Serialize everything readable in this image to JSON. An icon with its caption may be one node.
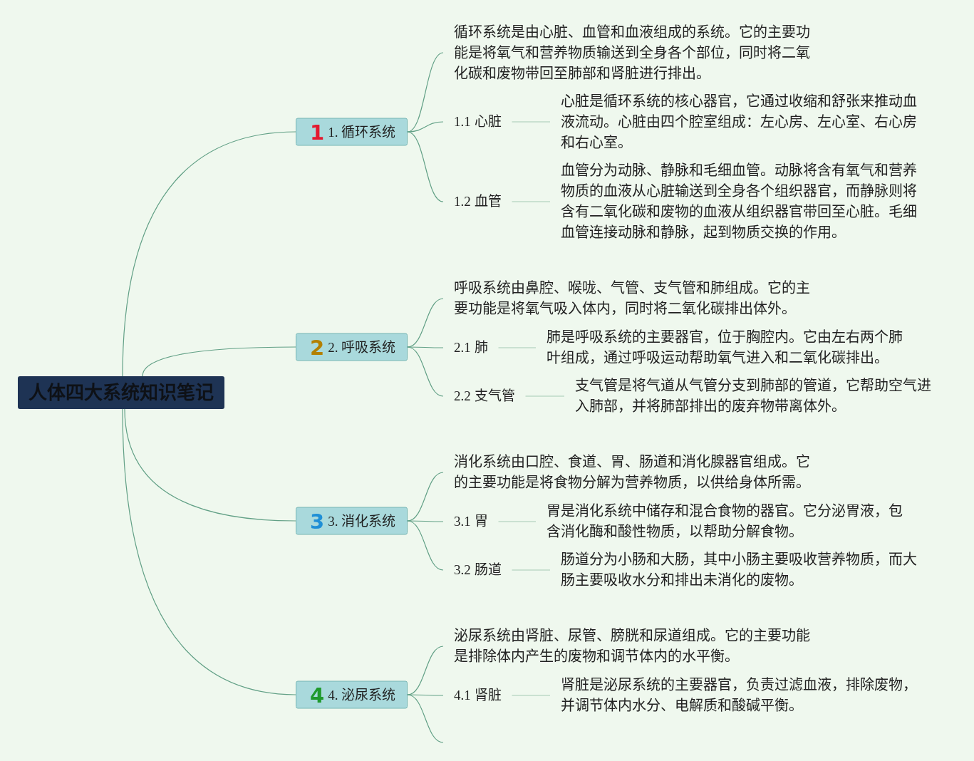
{
  "diagram": {
    "nodes": [
      {
        "text": [
          "人体四大系统知识笔记"
        ]
      },
      {
        "text": [
          "1",
          "1. 循环系统"
        ]
      },
      {
        "text": [
          "循环系统是由心脏、血管和血液组成的系统。它的主要功能是将氧气和营养物质输送到全身各个部位，同时将二氧化碳和废物带回至肺部和肾脏进行排出。"
        ]
      },
      {
        "text": [
          "1.1 心脏"
        ]
      },
      {
        "text": [
          "心脏是循环系统的核心器官，它通过收缩和舒张来推动血液流动。心脏由四个腔室组成：左心房、左心室、右心房和右心室。"
        ]
      },
      {
        "text": [
          "1.2 血管"
        ]
      },
      {
        "text": [
          "血管分为动脉、静脉和毛细血管。动脉将含有氧气和营养物质的血液从心脏输送到全身各个组织器官，而静脉则将含有二氧化碳和废物的血液从组织器官带回至心脏。毛细血管连接动脉和静脉，起到物质交换的作用。"
        ]
      },
      {
        "text": [
          "2",
          "2. 呼吸系统"
        ]
      },
      {
        "text": [
          "呼吸系统由鼻腔、喉咙、气管、支气管和肺组成。它的主要功能是将氧气吸入体内，同时将二氧化碳排出体外。"
        ]
      },
      {
        "text": [
          "2.1 肺"
        ]
      },
      {
        "text": [
          "肺是呼吸系统的主要器官，位于胸腔内。它由左右两个肺叶组成，通过呼吸运动帮助氧气进入和二氧化碳排出。"
        ]
      },
      {
        "text": [
          "2.2 支气管"
        ]
      },
      {
        "text": [
          "支气管是将气道从气管分支到肺部的管道，它帮助空气进入肺部，并将肺部排出的废弃物带离体外。"
        ]
      },
      {
        "text": [
          "3",
          "3. 消化系统"
        ]
      },
      {
        "text": [
          "消化系统由口腔、食道、胃、肠道和消化腺器官组成。它的主要功能是将食物分解为营养物质，以供给身体所需。"
        ]
      },
      {
        "text": [
          "3.1 胃"
        ]
      },
      {
        "text": [
          "胃是消化系统中储存和混合食物的器官。它分泌胃液，包含消化酶和酸性物质，以帮助分解食物。"
        ]
      },
      {
        "text": [
          "3.2 肠道"
        ]
      },
      {
        "text": [
          "肠道分为小肠和大肠，其中小肠主要吸收营养物质，而大肠主要吸收水分和排出未消化的废物。"
        ]
      },
      {
        "text": [
          "4",
          "4. 泌尿系统"
        ]
      },
      {
        "text": [
          "泌尿系统由肾脏、尿管、膀胱和尿道组成。它的主要功能是排除体内产生的废物和调节体内的水平衡。"
        ]
      },
      {
        "text": [
          "4.1 肾脏"
        ]
      },
      {
        "text": [
          "肾脏是泌尿系统的主要器官，负责过滤血液，排除废物，并调节体内水分、电解质和酸碱平衡。"
        ]
      }
    ],
    "edges": [
      {
        "from": 0,
        "to": 1,
        "arrow": "none"
      },
      {
        "from": 0,
        "to": 7,
        "arrow": "none"
      },
      {
        "from": 0,
        "to": 13,
        "arrow": "none"
      },
      {
        "from": 0,
        "to": 19,
        "arrow": "none"
      },
      {
        "from": 1,
        "to": 2,
        "arrow": "none"
      },
      {
        "from": 1,
        "to": 3,
        "arrow": "none"
      },
      {
        "from": 3,
        "to": 4,
        "arrow": "none",
        "color": "#a6c9b4"
      },
      {
        "from": 1,
        "to": 5,
        "arrow": "none"
      },
      {
        "from": 5,
        "to": 6,
        "arrow": "none",
        "color": "#a6c9b4"
      },
      {
        "from": 7,
        "to": 8,
        "arrow": "none"
      },
      {
        "from": 7,
        "to": 9,
        "arrow": "none"
      },
      {
        "from": 9,
        "to": 10,
        "arrow": "none",
        "color": "#a6c9b4"
      },
      {
        "from": 7,
        "to": 11,
        "arrow": "none"
      },
      {
        "from": 11,
        "to": 12,
        "arrow": "none",
        "color": "#a6c9b4"
      },
      {
        "from": 13,
        "to": 14,
        "arrow": "none"
      },
      {
        "from": 13,
        "to": 15,
        "arrow": "none"
      },
      {
        "from": 15,
        "to": 16,
        "arrow": "none",
        "color": "#a6c9b4"
      },
      {
        "from": 13,
        "to": 17,
        "arrow": "none"
      },
      {
        "from": 17,
        "to": 18,
        "arrow": "none",
        "color": "#a6c9b4"
      },
      {
        "from": 19,
        "to": 20,
        "arrow": "none"
      },
      {
        "from": 19,
        "to": 21,
        "arrow": "none"
      },
      {
        "from": 21,
        "to": 22,
        "arrow": "none",
        "color": "#a6c9b4"
      },
      {
        "from": 19,
        "to": null,
        "arrow": "none"
      }
    ]
  }
}
